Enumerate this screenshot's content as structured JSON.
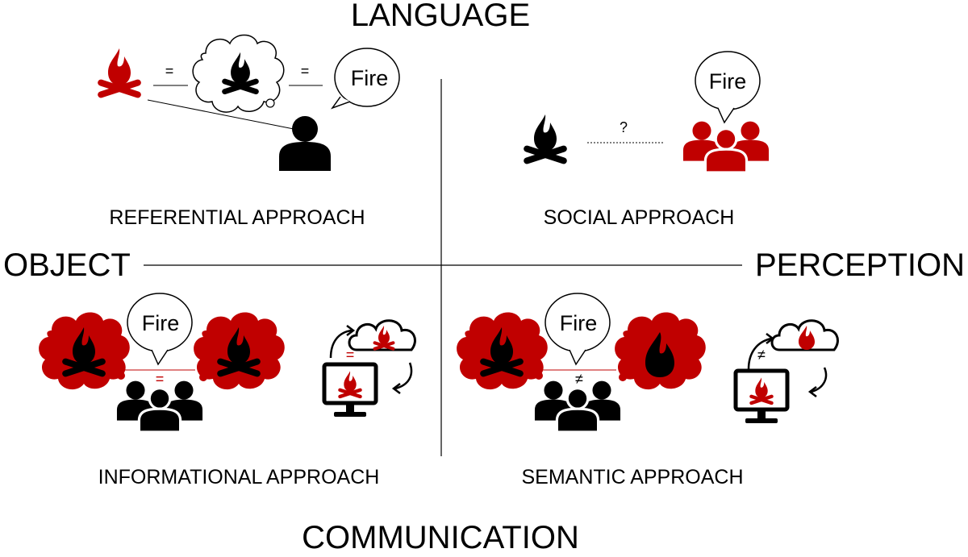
{
  "axes": {
    "top": "LANGUAGE",
    "bottom": "COMMUNICATION",
    "left": "OBJECT",
    "right": "PERCEPTION"
  },
  "quadrants": {
    "top_left": {
      "label": "REFERENTIAL APPROACH",
      "bubble": "Fire",
      "eq1": "=",
      "eq2": "="
    },
    "top_right": {
      "label": "SOCIAL APPROACH",
      "bubble": "Fire",
      "question": "?"
    },
    "bottom_left": {
      "label": "INFORMATIONAL APPROACH",
      "bubble": "Fire",
      "eq_people": "=",
      "eq_computer": "="
    },
    "bottom_right": {
      "label": "SEMANTIC APPROACH",
      "bubble": "Fire",
      "neq_people": "≠",
      "neq_computer": "≠"
    }
  },
  "colors": {
    "accent": "#c00000",
    "ink": "#000000"
  }
}
